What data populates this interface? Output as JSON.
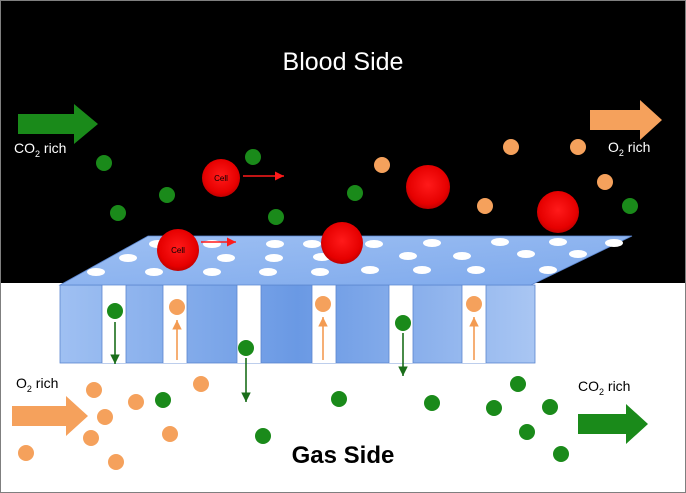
{
  "diagram": {
    "blood_side_label": "Blood Side",
    "gas_side_label": "Gas Side",
    "cell_label": "Cell",
    "co2_rich": {
      "prefix": "CO",
      "sub": "2",
      "suffix": " rich"
    },
    "o2_rich": {
      "prefix": "O",
      "sub": "2",
      "suffix": " rich"
    },
    "colors": {
      "blood_background": "#000000",
      "gas_background": "#ffffff",
      "co2_green": "#1a8a1a",
      "o2_orange": "#f5a15c",
      "red_cell": "#ff0000",
      "membrane_top": "#a8c8f4",
      "membrane_side": "#6f9fe6"
    }
  }
}
